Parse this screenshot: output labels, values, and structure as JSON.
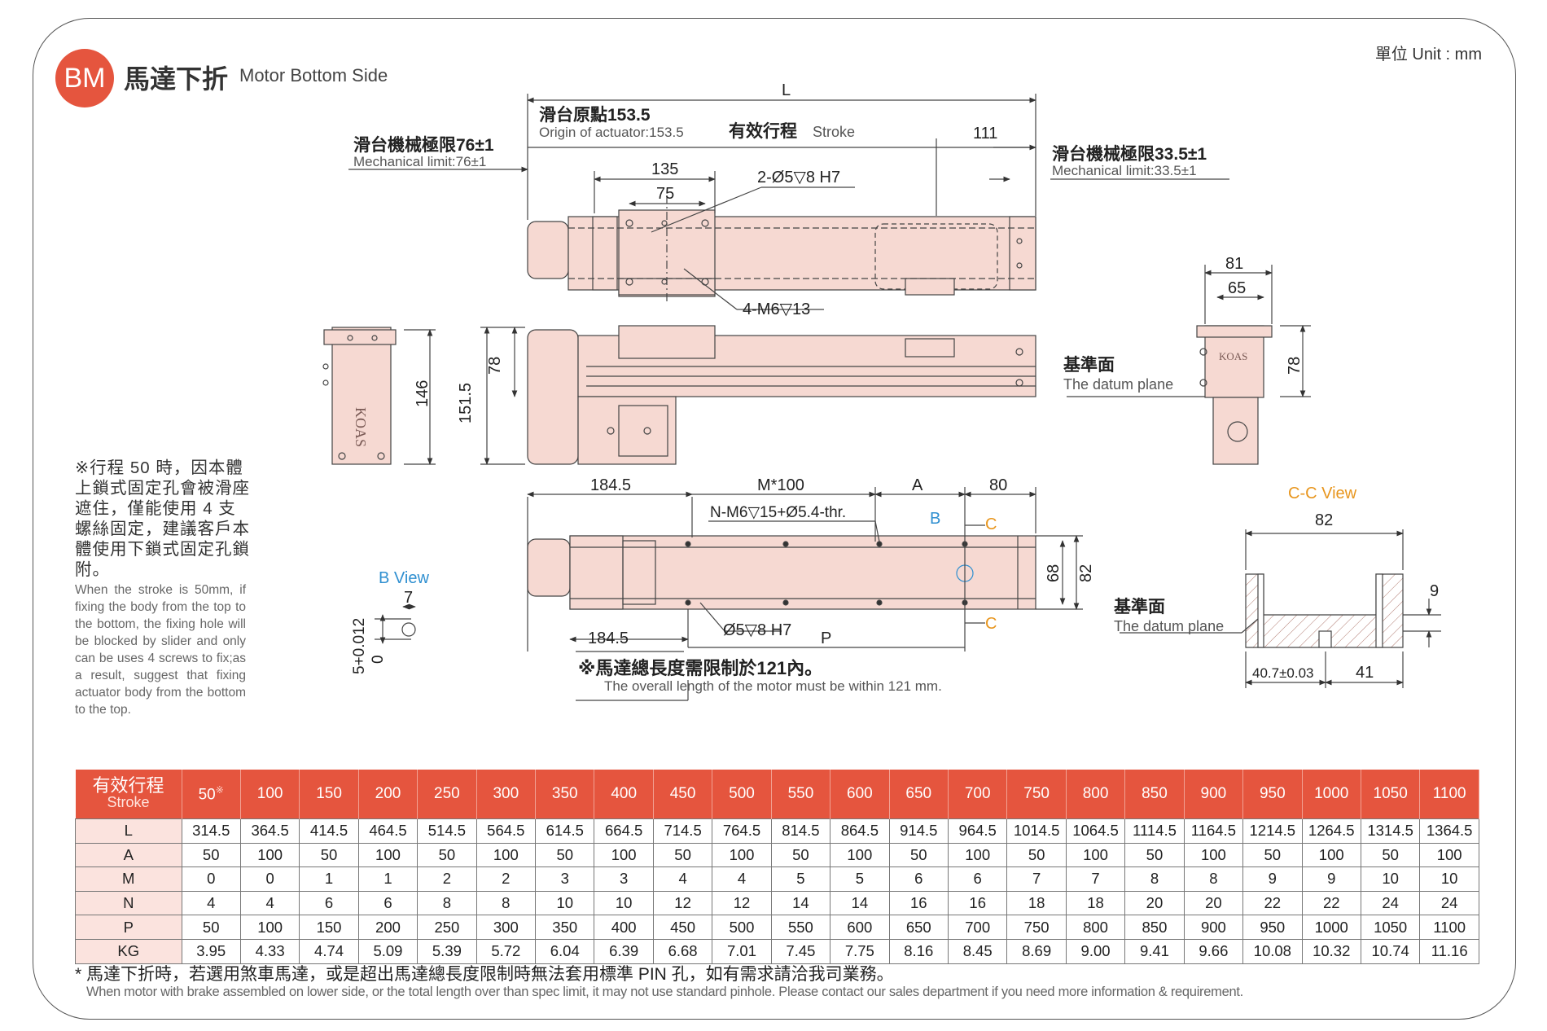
{
  "header": {
    "badge": "BM",
    "title_zh": "馬達下折",
    "title_en": "Motor Bottom Side",
    "unit": "單位 Unit : mm"
  },
  "drawing": {
    "top_view": {
      "L": "L",
      "origin_zh": "滑台原點153.5",
      "origin_en": "Origin of actuator:153.5",
      "stroke_zh": "有效行程",
      "stroke_en": "Stroke",
      "dim_111": "111",
      "mech_left_zh": "滑台機械極限76±1",
      "mech_left_en": "Mechanical limit:76±1",
      "mech_right_zh": "滑台機械極限33.5±1",
      "mech_right_en": "Mechanical limit:33.5±1",
      "dim_135": "135",
      "dim_75": "75",
      "hole_pin": "2-Ø5▽8 H7",
      "hole_m6": "4-M6▽13"
    },
    "side_view": {
      "dim_146": "146",
      "dim_151_5": "151.5",
      "dim_78": "78",
      "datum_zh": "基準面",
      "datum_en": "The datum plane",
      "brand": "KOAS"
    },
    "end_view": {
      "dim_81": "81",
      "dim_65": "65",
      "dim_78": "78",
      "brand": "KOAS"
    },
    "bottom_view": {
      "dim_184_5_top": "184.5",
      "dim_m100": "M*100",
      "dim_a": "A",
      "dim_80": "80",
      "nm6": "N-M6▽15+Ø5.4-thr.",
      "b_label": "B",
      "c_label": "C",
      "dim_68": "68",
      "dim_82": "82",
      "dim_184_5_bottom": "184.5",
      "pin": "Ø5▽8 H7",
      "p_label": "P",
      "datum_zh": "基準面",
      "datum_en": "The datum plane",
      "motor_note_zh": "※馬達總長度需限制於121內。",
      "motor_note_en": "The overall length of the motor must be within 121 mm."
    },
    "b_view": {
      "title": "B View",
      "dim_7": "7",
      "tolerance": "5+0.012",
      "tolerance_low": "0"
    },
    "cc_view": {
      "title": "C-C View",
      "dim_82": "82",
      "dim_9": "9",
      "dim_40_7": "40.7±0.03",
      "dim_41": "41"
    }
  },
  "notes": {
    "zh": "※行程 50 時，因本體上鎖式固定孔會被滑座遮住，僅能使用 4 支螺絲固定，建議客戶本體使用下鎖式固定孔鎖附。",
    "en": "When the stroke is 50mm, if fixing the body from the top to the bottom, the fixing hole will be blocked by slider and only can be uses 4 screws to fix;as a result, suggest that fixing actuator body from the bottom to the top."
  },
  "table": {
    "header_zh": "有效行程",
    "header_en": "Stroke",
    "strokes": [
      "50",
      "100",
      "150",
      "200",
      "250",
      "300",
      "350",
      "400",
      "450",
      "500",
      "550",
      "600",
      "650",
      "700",
      "750",
      "800",
      "850",
      "900",
      "950",
      "1000",
      "1050",
      "1100"
    ],
    "first_mark": "※",
    "rows": [
      {
        "label": "L",
        "values": [
          "314.5",
          "364.5",
          "414.5",
          "464.5",
          "514.5",
          "564.5",
          "614.5",
          "664.5",
          "714.5",
          "764.5",
          "814.5",
          "864.5",
          "914.5",
          "964.5",
          "1014.5",
          "1064.5",
          "1114.5",
          "1164.5",
          "1214.5",
          "1264.5",
          "1314.5",
          "1364.5"
        ]
      },
      {
        "label": "A",
        "values": [
          "50",
          "100",
          "50",
          "100",
          "50",
          "100",
          "50",
          "100",
          "50",
          "100",
          "50",
          "100",
          "50",
          "100",
          "50",
          "100",
          "50",
          "100",
          "50",
          "100",
          "50",
          "100"
        ]
      },
      {
        "label": "M",
        "values": [
          "0",
          "0",
          "1",
          "1",
          "2",
          "2",
          "3",
          "3",
          "4",
          "4",
          "5",
          "5",
          "6",
          "6",
          "7",
          "7",
          "8",
          "8",
          "9",
          "9",
          "10",
          "10"
        ]
      },
      {
        "label": "N",
        "values": [
          "4",
          "4",
          "6",
          "6",
          "8",
          "8",
          "10",
          "10",
          "12",
          "12",
          "14",
          "14",
          "16",
          "16",
          "18",
          "18",
          "20",
          "20",
          "22",
          "22",
          "24",
          "24"
        ]
      },
      {
        "label": "P",
        "values": [
          "50",
          "100",
          "150",
          "200",
          "250",
          "300",
          "350",
          "400",
          "450",
          "500",
          "550",
          "600",
          "650",
          "700",
          "750",
          "800",
          "850",
          "900",
          "950",
          "1000",
          "1050",
          "1100"
        ]
      },
      {
        "label": "KG",
        "values": [
          "3.95",
          "4.33",
          "4.74",
          "5.09",
          "5.39",
          "5.72",
          "6.04",
          "6.39",
          "6.68",
          "7.01",
          "7.45",
          "7.75",
          "8.16",
          "8.45",
          "8.69",
          "9.00",
          "9.41",
          "9.66",
          "10.08",
          "10.32",
          "10.74",
          "11.16"
        ]
      }
    ]
  },
  "footer": {
    "zh": "* 馬達下折時，若選用煞車馬達，或是超出馬達總長度限制時無法套用標準 PIN 孔，如有需求請洽我司業務。",
    "en": "When motor with brake assembled on lower side, or the total length over than spec limit, it may not use standard pinhole. Please contact our sales department if you need more information & requirement."
  },
  "colors": {
    "accent": "#e5553e",
    "body_fill": "#f6d9d2",
    "blue_label": "#2f8fd0",
    "orange_label": "#e8961e"
  }
}
